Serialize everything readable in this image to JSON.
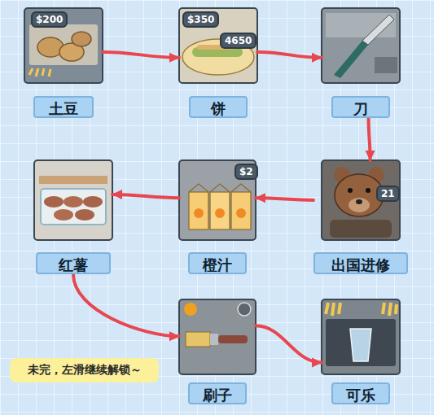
{
  "diagram": {
    "nodes": [
      {
        "text": [
          "土豆"
        ]
      },
      {
        "text": [
          "饼"
        ]
      },
      {
        "text": [
          "刀"
        ]
      },
      {
        "text": [
          "出国进修"
        ]
      },
      {
        "text": [
          "橙汁"
        ]
      },
      {
        "text": [
          "红薯"
        ]
      },
      {
        "text": [
          "刷子"
        ]
      },
      {
        "text": [
          "可乐"
        ]
      },
      {
        "text": [
          "未完，左滑继续解锁～"
        ]
      }
    ],
    "edges": [
      {
        "from": 0,
        "to": 1,
        "arrow": "to"
      },
      {
        "from": 1,
        "to": 2,
        "arrow": "to"
      },
      {
        "from": 2,
        "to": 3,
        "arrow": "to"
      },
      {
        "from": 3,
        "to": 4,
        "arrow": "to"
      },
      {
        "from": 4,
        "to": 5,
        "arrow": "to"
      },
      {
        "from": 5,
        "to": 6,
        "arrow": "to"
      },
      {
        "from": 6,
        "to": 7,
        "arrow": "to"
      }
    ],
    "labels": [
      "$200",
      "$350",
      "4650",
      "$2",
      "21"
    ]
  }
}
